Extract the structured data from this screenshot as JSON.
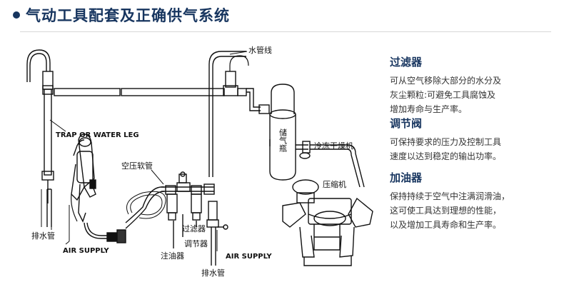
{
  "header": {
    "title": "气动工具配套及正确供气系统"
  },
  "labels": {
    "water_pipe": "水管线",
    "trap": "TRAP OR WATER LEG",
    "hose": "空压软管",
    "drain_left": "排水管",
    "air_supply_left": "AIR SUPPLY",
    "filter": "过滤器",
    "regulator": "调节器",
    "lubricator": "注油器",
    "air_supply_right": "AIR SUPPLY",
    "drain_right": "排水管",
    "tank": "储气瓶",
    "dryer": "冷冻干燥机",
    "compressor": "压缩机"
  },
  "legend": [
    {
      "heading": "过滤器",
      "lines": [
        "可从空气移除大部分的水分及",
        "灰尘颗粒:可避免工具腐蚀及",
        "增加寿命与生产率。"
      ]
    },
    {
      "heading": "调节阀",
      "lines": [
        "可保持要求的压力及控制工具",
        "速度以达到稳定的输出功率。"
      ]
    },
    {
      "heading": "加油器",
      "lines": [
        "保持持续于空气中注满润滑油，",
        "这可使工具达到理想的性能，",
        "以及增加工具寿命和生产率。"
      ]
    }
  ],
  "colors": {
    "title": "#17355f",
    "line": "#111111"
  }
}
